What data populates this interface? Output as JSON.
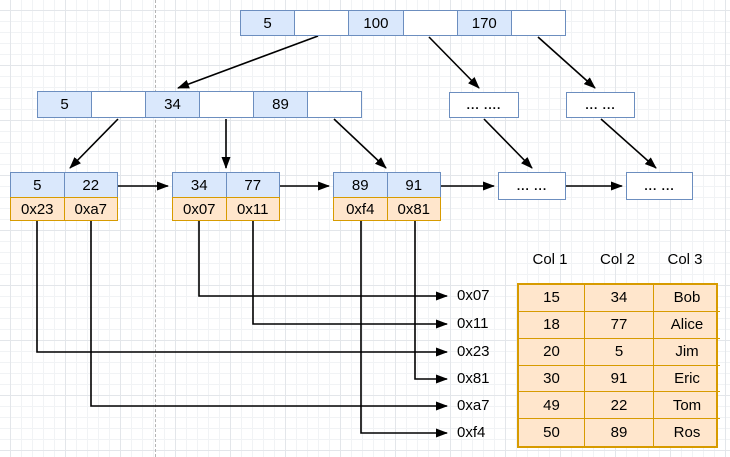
{
  "tree": {
    "root_keys": [
      "5",
      "100",
      "170"
    ],
    "internal_keys": [
      "5",
      "34",
      "89"
    ],
    "internal_ellipsis": [
      "... ....",
      "... ..."
    ],
    "leaves": [
      {
        "keys": [
          "5",
          "22"
        ],
        "pointers": [
          "0x23",
          "0xa7"
        ]
      },
      {
        "keys": [
          "34",
          "77"
        ],
        "pointers": [
          "0x07",
          "0x11"
        ]
      },
      {
        "keys": [
          "89",
          "91"
        ],
        "pointers": [
          "0xf4",
          "0x81"
        ]
      }
    ],
    "leaf_ellipsis": [
      "... ...",
      "... ..."
    ]
  },
  "pointer_list": {
    "items": [
      "0x07",
      "0x11",
      "0x23",
      "0x81",
      "0xa7",
      "0xf4"
    ]
  },
  "table": {
    "headers": [
      "Col 1",
      "Col 2",
      "Col 3"
    ],
    "rows": [
      [
        "15",
        "34",
        "Bob"
      ],
      [
        "18",
        "77",
        "Alice"
      ],
      [
        "20",
        "5",
        "Jim"
      ],
      [
        "30",
        "91",
        "Eric"
      ],
      [
        "49",
        "22",
        "Tom"
      ],
      [
        "50",
        "89",
        "Ros"
      ]
    ]
  },
  "colors": {
    "key_cell_fill": "#dae8fc",
    "key_cell_border": "#6c8ebf",
    "pointer_cell_fill": "#ffe6cc",
    "pointer_cell_border": "#d79b00",
    "arrow": "#000000",
    "dashed_guide": "#b5b5b5"
  }
}
